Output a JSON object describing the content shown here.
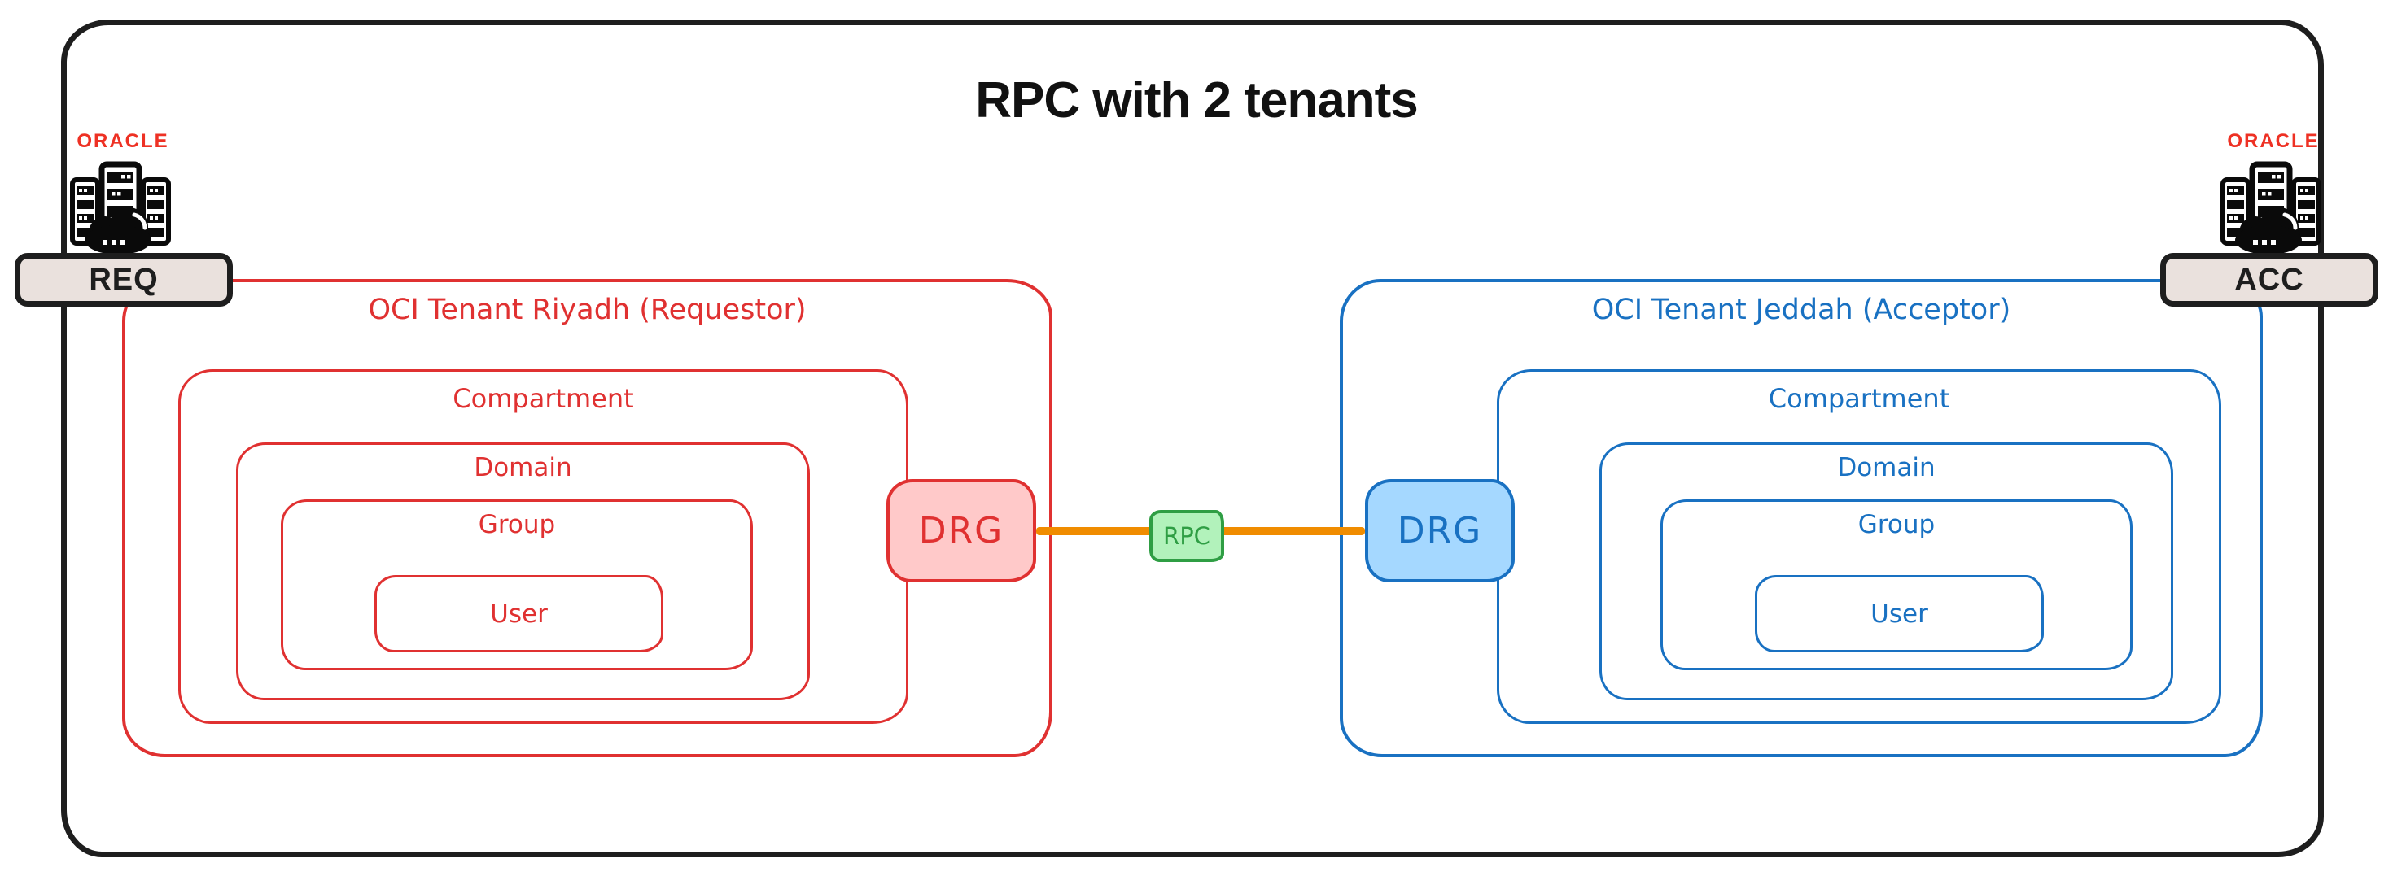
{
  "title": "RPC with 2 tenants",
  "brand": {
    "name": "ORACLE"
  },
  "tenants": [
    {
      "role_badge": "REQ",
      "label": "OCI Tenant Riyadh (Requestor)",
      "levels": {
        "compartment": "Compartment",
        "domain": "Domain",
        "group": "Group",
        "user": "User"
      },
      "drg": "DRG",
      "stroke_color": "#e03131",
      "fill_color": "#ffc9c9"
    },
    {
      "role_badge": "ACC",
      "label": "OCI Tenant Jeddah (Acceptor)",
      "levels": {
        "compartment": "Compartment",
        "domain": "Domain",
        "group": "Group",
        "user": "User"
      },
      "drg": "DRG",
      "stroke_color": "#1971c2",
      "fill_color": "#a5d8ff"
    }
  ],
  "connector": {
    "label": "RPC",
    "stroke_color": "#2f9e44",
    "fill_color": "#b2f2bb",
    "line_color": "#f08c00"
  },
  "colors": {
    "frame": "#1e1e1e",
    "badge_fill": "#eae1dd",
    "oracle_red": "#ee3124",
    "background": "#ffffff"
  }
}
